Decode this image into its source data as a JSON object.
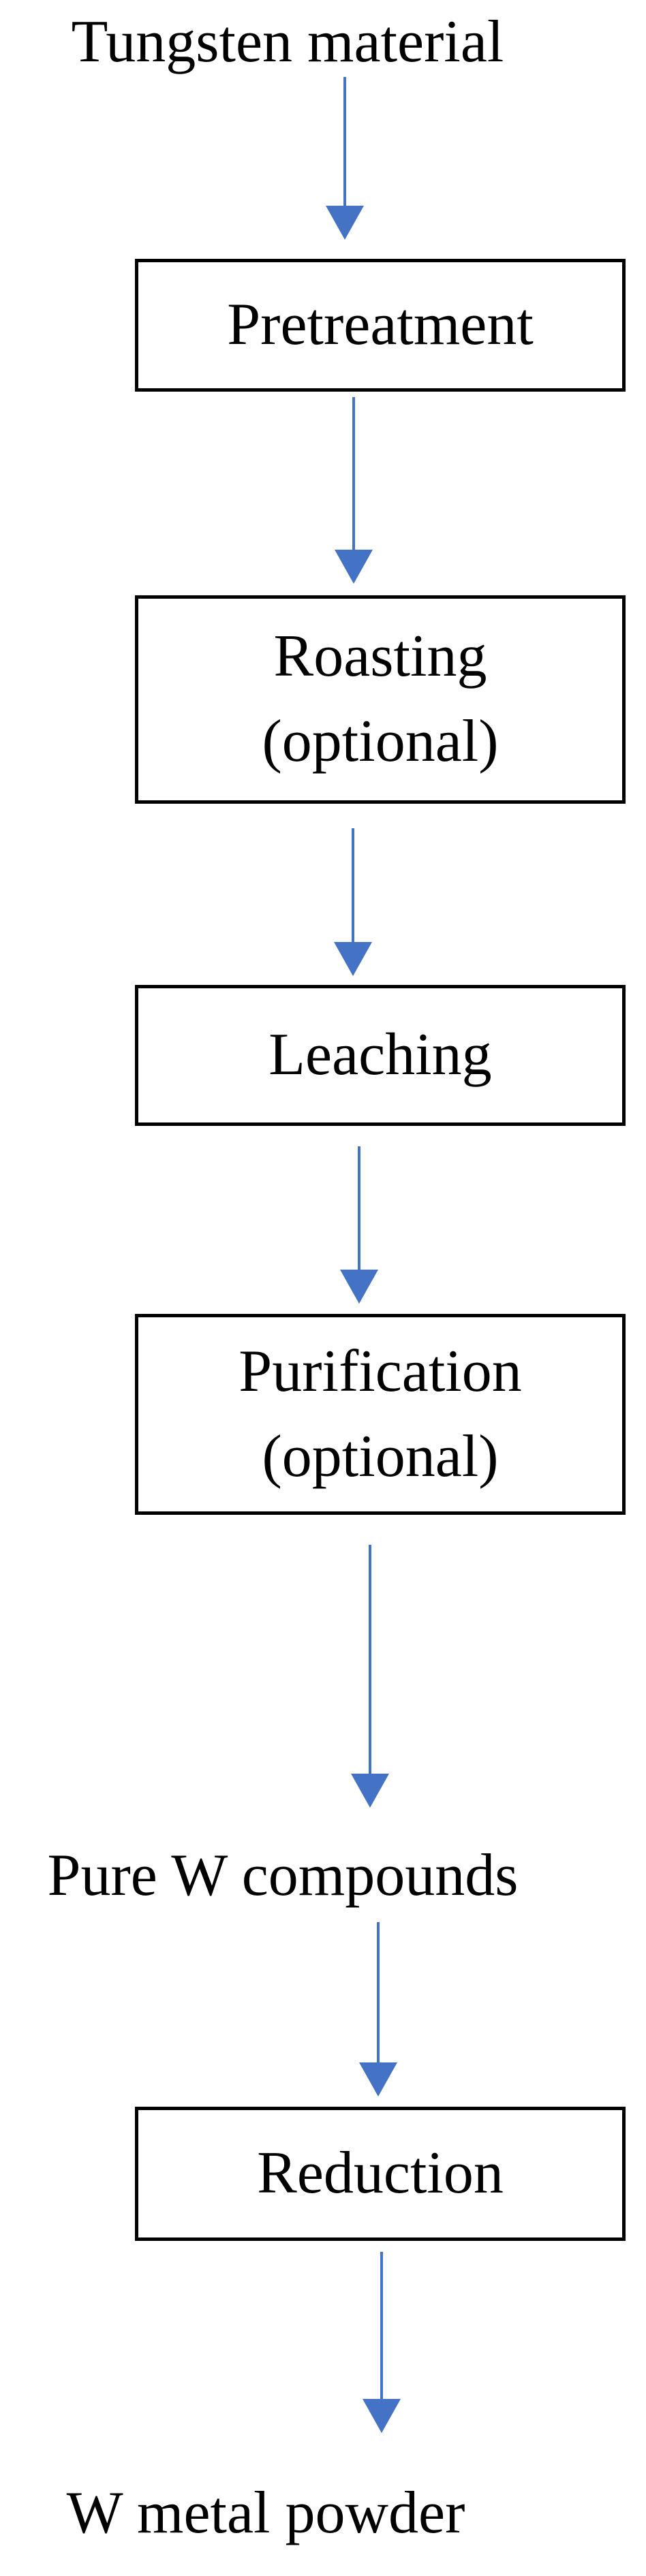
{
  "diagram": {
    "type": "flowchart",
    "direction": "top-down",
    "colors": {
      "arrow": "#4472C4",
      "box_border": "#000000",
      "text": "#000000",
      "background": "#ffffff"
    },
    "start_label": "Tungsten material",
    "boxes": [
      {
        "id": "pretreatment",
        "lines": [
          "Pretreatment"
        ]
      },
      {
        "id": "roasting",
        "lines": [
          "Roasting",
          "(optional)"
        ]
      },
      {
        "id": "leaching",
        "lines": [
          "Leaching"
        ]
      },
      {
        "id": "purification",
        "lines": [
          "Purification",
          "(optional)"
        ]
      },
      {
        "id": "reduction",
        "lines": [
          "Reduction"
        ]
      }
    ],
    "intermediate_label": "Pure W compounds",
    "end_label": "W metal powder",
    "arrows": [
      {
        "from": "Tungsten material",
        "to": "Pretreatment"
      },
      {
        "from": "Pretreatment",
        "to": "Roasting (optional)"
      },
      {
        "from": "Roasting (optional)",
        "to": "Leaching"
      },
      {
        "from": "Leaching",
        "to": "Purification (optional)"
      },
      {
        "from": "Purification (optional)",
        "to": "Pure W compounds"
      },
      {
        "from": "Pure W compounds",
        "to": "Reduction"
      },
      {
        "from": "Reduction",
        "to": "W metal powder"
      }
    ]
  }
}
